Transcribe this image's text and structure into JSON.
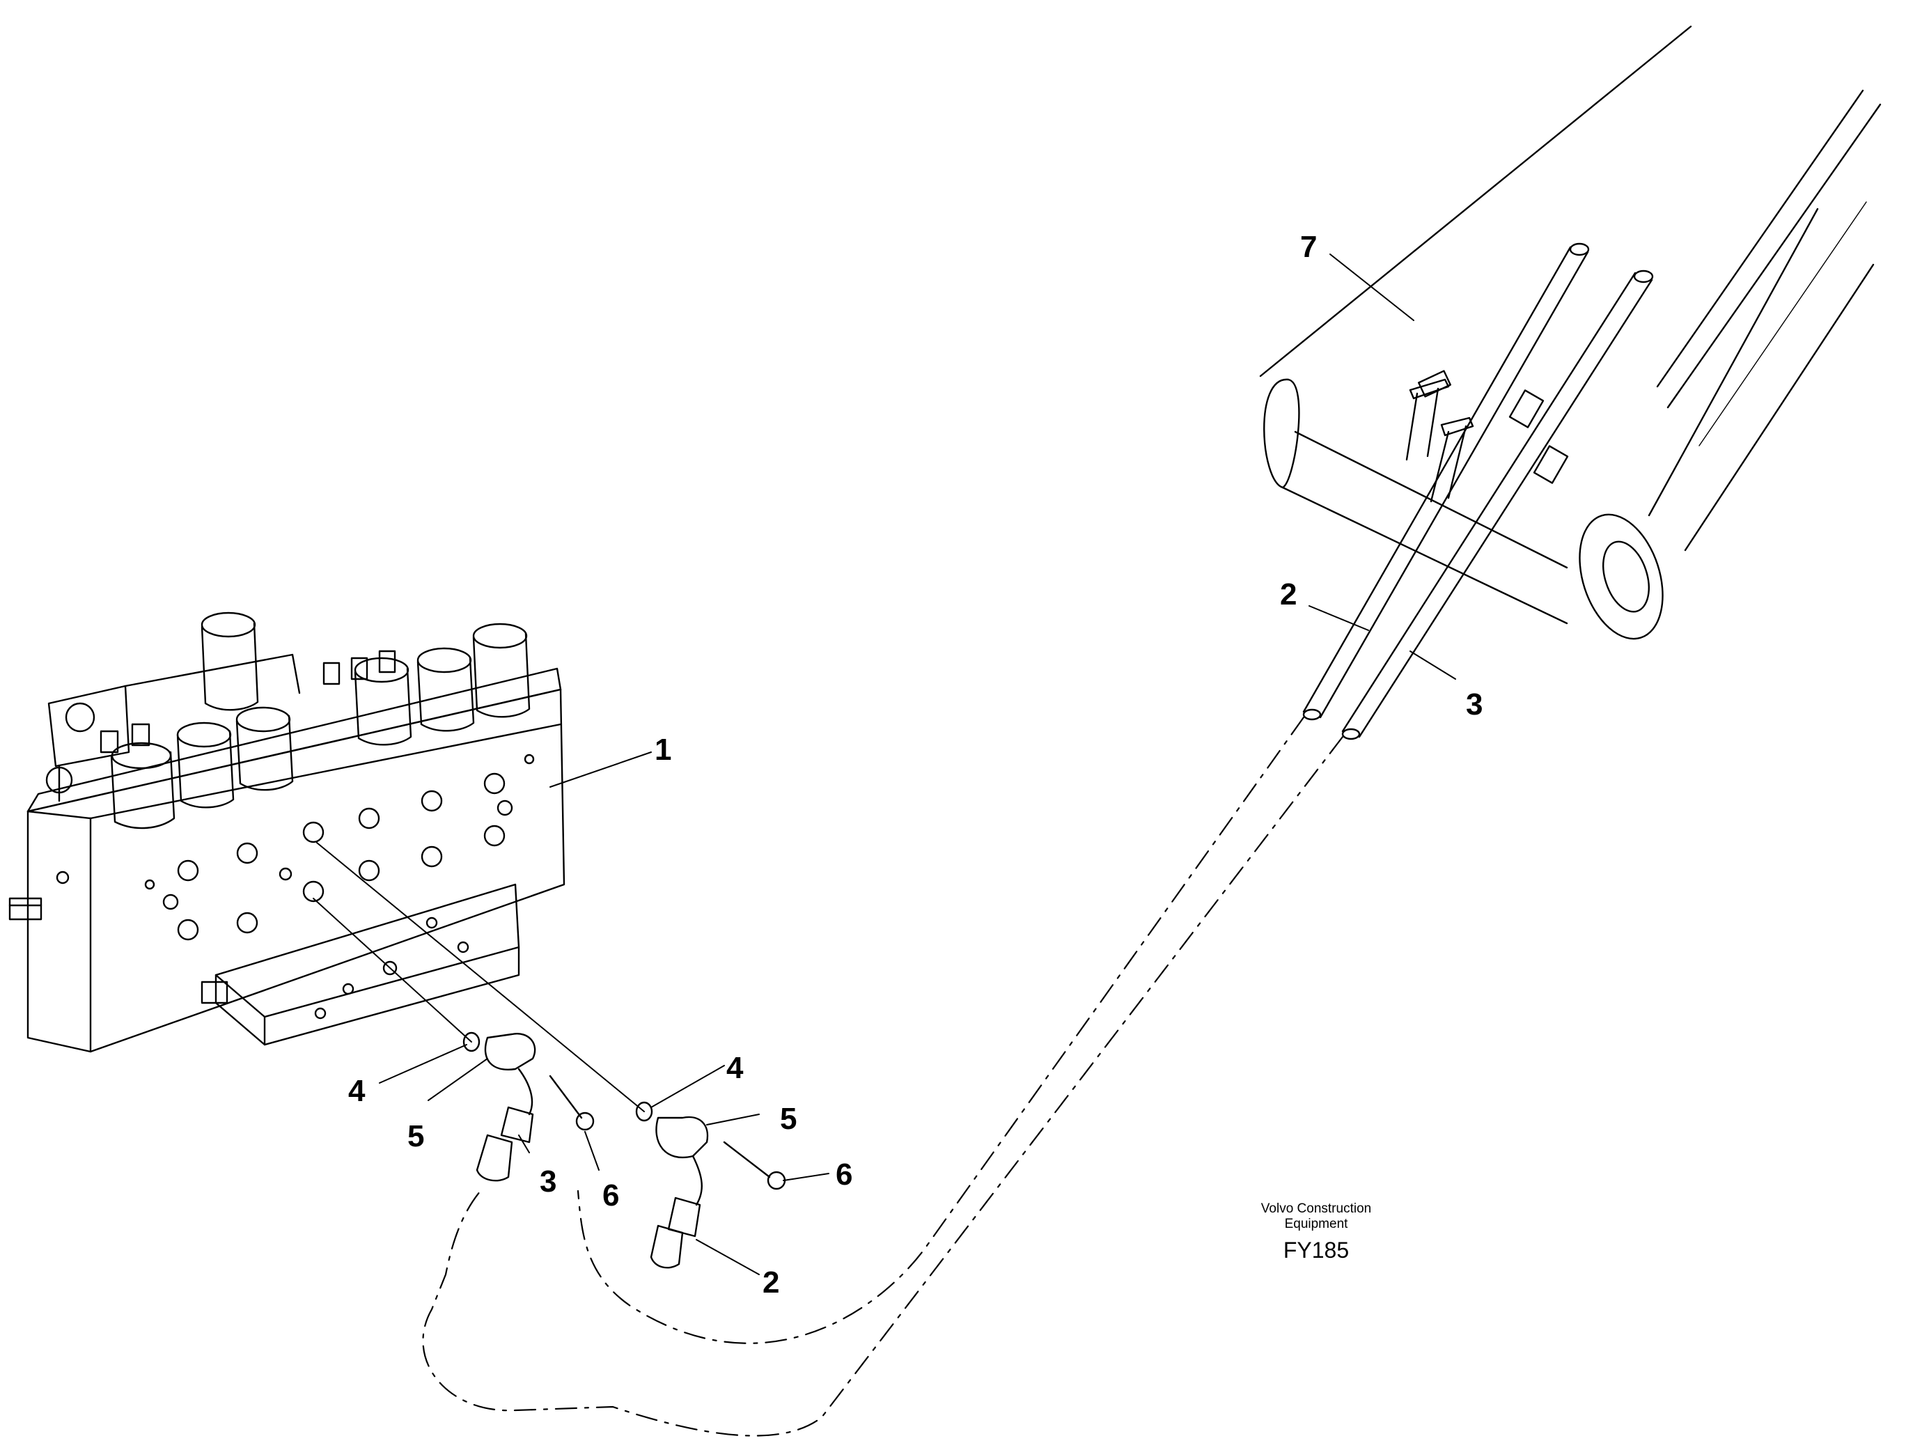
{
  "callouts": {
    "c1": "1",
    "c2_top": "2",
    "c3_top": "3",
    "c7": "7",
    "c4_left": "4",
    "c5_left": "5",
    "c3_mid": "3",
    "c6_left": "6",
    "c4_right": "4",
    "c5_right": "5",
    "c6_right": "6",
    "c2_bottom": "2"
  },
  "credit": {
    "line1": "Volvo Construction",
    "line2": "Equipment",
    "figure": "FY185"
  }
}
